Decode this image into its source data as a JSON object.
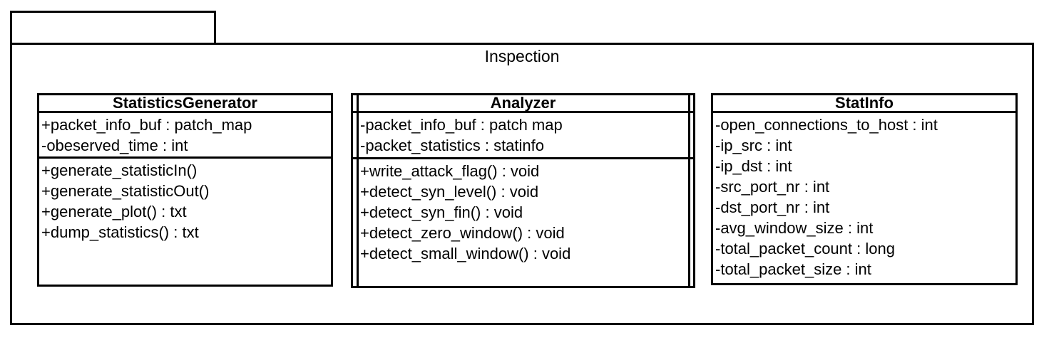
{
  "package": {
    "title": "Inspection"
  },
  "classes": [
    {
      "name": "StatisticsGenerator",
      "attributes": [
        "+packet_info_buf : patch_map",
        "-obeserved_time : int"
      ],
      "methods": [
        "+generate_statisticIn()",
        "+generate_statisticOut()",
        "+generate_plot() : txt",
        "+dump_statistics() : txt"
      ]
    },
    {
      "name": "Analyzer",
      "active_class": true,
      "attributes": [
        "-packet_info_buf : patch map",
        "-packet_statistics : statinfo"
      ],
      "methods": [
        "+write_attack_flag() : void",
        "+detect_syn_level() : void",
        "+detect_syn_fin() : void",
        "+detect_zero_window() : void",
        "+detect_small_window() : void"
      ]
    },
    {
      "name": "StatInfo",
      "attributes": [
        "-open_connections_to_host : int",
        "-ip_src : int",
        "-ip_dst : int",
        "-src_port_nr : int",
        "-dst_port_nr : int",
        "-avg_window_size : int",
        "-total_packet_count : long",
        "-total_packet_size : int"
      ],
      "methods": []
    }
  ],
  "colors": {
    "line": "#000000",
    "background": "#ffffff"
  }
}
